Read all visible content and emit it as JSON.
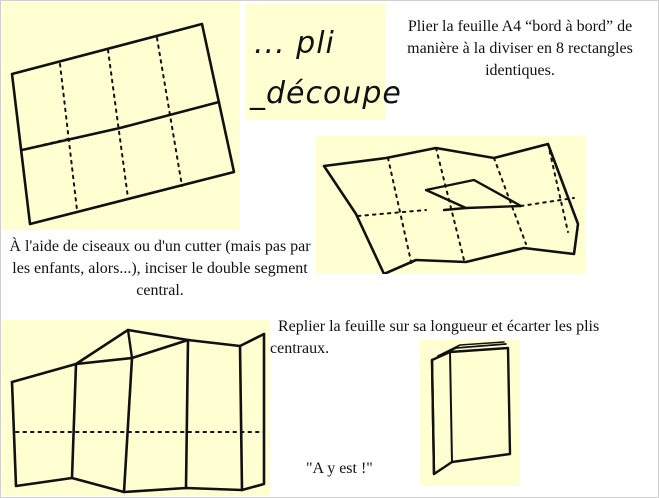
{
  "legend": {
    "fold_label": "... pli",
    "cut_label": "_découpe"
  },
  "instructions": {
    "step1": "Plier la feuille A4 “bord à bord” de manière à la diviser en 8 rectangles identiques.",
    "step2": "À l'aide de ciseaux ou d'un cutter (mais pas par les enfants, alors...), inciser le double segment central.",
    "step3": "Replier la feuille sur sa longueur et écarter les plis centraux.",
    "step4": "\"A y est !\""
  },
  "colors": {
    "panel_background": "#ffffd2",
    "ink": "#111111",
    "page_background": "#ffffff"
  }
}
